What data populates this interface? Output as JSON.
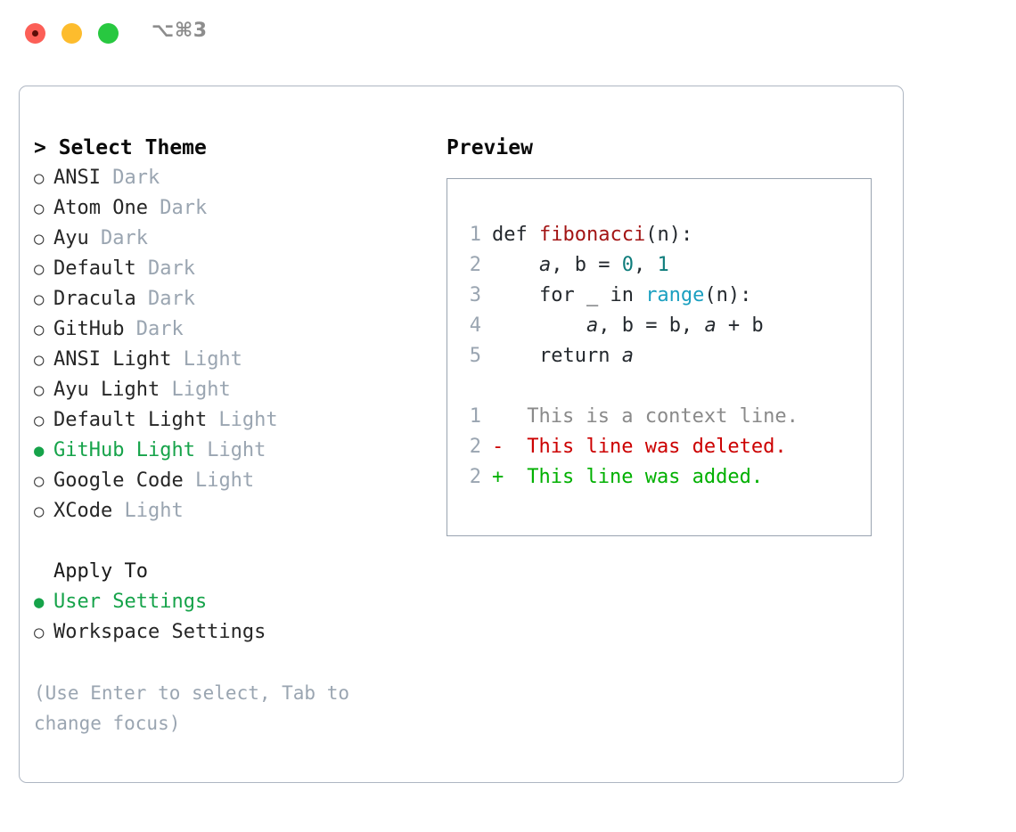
{
  "titlebar": {
    "shortcut": "⌥⌘3",
    "buttons": [
      {
        "name": "close",
        "color": "#fc5f57"
      },
      {
        "name": "minimize",
        "color": "#fdbc2d"
      },
      {
        "name": "maximize",
        "color": "#28c840"
      }
    ]
  },
  "theme_picker": {
    "title": "> Select Theme",
    "bullet_selected": "●",
    "bullet_unselected": "○",
    "options": [
      {
        "label": "ANSI",
        "suffix": "Dark",
        "selected": false
      },
      {
        "label": "Atom One",
        "suffix": "Dark",
        "selected": false
      },
      {
        "label": "Ayu",
        "suffix": "Dark",
        "selected": false
      },
      {
        "label": "Default",
        "suffix": "Dark",
        "selected": false
      },
      {
        "label": "Dracula",
        "suffix": "Dark",
        "selected": false
      },
      {
        "label": "GitHub",
        "suffix": "Dark",
        "selected": false
      },
      {
        "label": "ANSI Light",
        "suffix": "Light",
        "selected": false
      },
      {
        "label": "Ayu Light",
        "suffix": "Light",
        "selected": false
      },
      {
        "label": "Default Light",
        "suffix": "Light",
        "selected": false
      },
      {
        "label": "GitHub Light",
        "suffix": "Light",
        "selected": true
      },
      {
        "label": "Google Code",
        "suffix": "Light",
        "selected": false
      },
      {
        "label": "XCode",
        "suffix": "Light",
        "selected": false
      }
    ]
  },
  "apply_to": {
    "heading": "Apply To",
    "options": [
      {
        "label": "User Settings",
        "selected": true
      },
      {
        "label": "Workspace Settings",
        "selected": false
      }
    ]
  },
  "hint": "(Use Enter to select, Tab to change focus)",
  "preview": {
    "title": "Preview",
    "code_lines": [
      {
        "no": "1",
        "tokens": [
          {
            "t": "def ",
            "k": "plain"
          },
          {
            "t": "fibonacci",
            "k": "fn"
          },
          {
            "t": "(n):",
            "k": "plain"
          }
        ]
      },
      {
        "no": "2",
        "tokens": [
          {
            "t": "    ",
            "k": "plain"
          },
          {
            "t": "a",
            "k": "var"
          },
          {
            "t": ", ",
            "k": "plain"
          },
          {
            "t": "b",
            "k": "plain"
          },
          {
            "t": " = ",
            "k": "plain"
          },
          {
            "t": "0",
            "k": "num"
          },
          {
            "t": ", ",
            "k": "plain"
          },
          {
            "t": "1",
            "k": "num"
          }
        ]
      },
      {
        "no": "3",
        "tokens": [
          {
            "t": "    for _ in ",
            "k": "plain"
          },
          {
            "t": "range",
            "k": "builtin"
          },
          {
            "t": "(n):",
            "k": "plain"
          }
        ]
      },
      {
        "no": "4",
        "tokens": [
          {
            "t": "        ",
            "k": "plain"
          },
          {
            "t": "a",
            "k": "var"
          },
          {
            "t": ", b = b, ",
            "k": "plain"
          },
          {
            "t": "a",
            "k": "var"
          },
          {
            "t": " + b",
            "k": "plain"
          }
        ]
      },
      {
        "no": "5",
        "tokens": [
          {
            "t": "    return ",
            "k": "plain"
          },
          {
            "t": "a",
            "k": "var"
          }
        ]
      }
    ],
    "diff_lines": [
      {
        "no": "1",
        "sign": " ",
        "text": " This is a context line.",
        "kind": "ctx"
      },
      {
        "no": "2",
        "sign": "-",
        "text": " This line was deleted.",
        "kind": "del"
      },
      {
        "no": "2",
        "sign": "+",
        "text": " This line was added.",
        "kind": "add"
      }
    ]
  },
  "colors": {
    "accent_green": "#16a34a",
    "diff_add": "#00b000",
    "diff_del": "#cc0000",
    "muted": "#9aa5b1",
    "border": "#aeb6c2"
  }
}
